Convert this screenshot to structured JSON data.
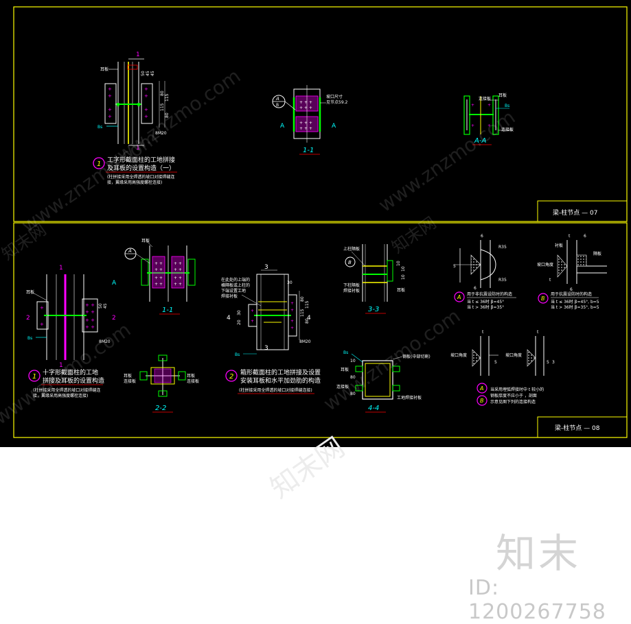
{
  "drawing": {
    "background": "#000000",
    "frame_color": "#ffff00",
    "sheet_top": {
      "title_block": "梁-柱节点 — 07",
      "detail_1": {
        "marker": "1",
        "title_line1": "工字形截面柱的工地拼接",
        "title_line2": "及耳板的设置构造（一）",
        "note_line1": "(柱拼接采用全焊透的坡口对接焊缝连",
        "note_line2": "接，翼缘采用高强度螺栓连接)",
        "label_ear_plate": "耳板",
        "cut_label": "1",
        "dims": [
          "50",
          "45",
          "45",
          "80",
          "115",
          "115",
          "80",
          "8M20"
        ]
      },
      "section_1_1": {
        "title": "1-1",
        "cut_a": "A",
        "bubble": "A",
        "bubble_sub": "B",
        "note_line1": "坡口尺寸",
        "note_line2": "见节点59.2"
      },
      "section_a_a": {
        "title": "A-A",
        "label_plate_top": "连接板",
        "label_ear": "耳板",
        "label_plate_bottom": "连接板"
      }
    },
    "sheet_bottom": {
      "title_block": "梁-柱节点 — 08",
      "detail_1": {
        "marker": "1",
        "title_line1": "十字形截面柱的工地",
        "title_line2": "拼接及耳板的设置构造",
        "note_line1": "(柱拼接采用全焊透的坡口对接焊缝连",
        "note_line2": "接，翼缘采用高强度螺栓连接)",
        "label_ear_plate": "耳板",
        "cut_a": "A",
        "cut_1": "1",
        "cut_2": "2",
        "dims": [
          "50",
          "45",
          "8M20"
        ]
      },
      "section_1_1": {
        "title": "1-1",
        "label_ear": "耳板",
        "bubble": "A"
      },
      "section_2_2": {
        "title": "2-2",
        "label_left": "耳板",
        "label_left2": "连接板",
        "label_right": "耳板",
        "label_right2": "连接板"
      },
      "detail_2": {
        "marker": "2",
        "title_line1": "箱形截面柱的工地拼接及设置",
        "title_line2": "安装耳板和水平加劲肋的构造",
        "note": "(柱拼接采用全焊透的坡口对接焊缝连接)",
        "label_top_note1": "在此处的上端的",
        "label_top_note2": "横隔板或上柱的",
        "label_top_note3": "下端设置工地",
        "label_top_note4": "焊接衬板",
        "cut_3": "3",
        "cut_4": "4",
        "dims": [
          "80",
          "115",
          "115",
          "80",
          "8M20",
          "30",
          "20",
          "30"
        ]
      },
      "section_3_3": {
        "title": "3-3",
        "label_top": "上柱隔板",
        "label_bottom1": "下柱隔板",
        "label_bottom2": "焊接衬板",
        "label_right": "耳板",
        "bubble": "B",
        "dims": [
          "10",
          "10",
          "10"
        ]
      },
      "section_4_4": {
        "title": "4-4",
        "label_ear": "耳板",
        "label_plate": "连接板",
        "label_right_top": "钢板(中部切割)",
        "label_right_bottom": "工地焊接衬板",
        "dims": [
          "10",
          "80",
          "80"
        ]
      },
      "detail_a": {
        "bubble": "A",
        "line1": "用于非抗震设防时的构造",
        "line2": "当 t ≤ 36时  β=45°",
        "line3": "当 t > 36时  β=35°",
        "dims": [
          "6",
          "5",
          "R35",
          "R35",
          "6"
        ]
      },
      "detail_b": {
        "bubble": "B",
        "line1": "用于抗震设防时的构造",
        "line2": "当 t ≤ 36时  β=45°, b=5",
        "line3": "当 t > 36时  β=35°, b=5",
        "label_top": "衬板",
        "label_left": "坡口角度",
        "label_right": "隔板",
        "dims": [
          "t",
          "6",
          "t",
          "6"
        ]
      },
      "detail_c": {
        "label_left1": "坡口角度",
        "label_left2": "坡口角度",
        "dims": [
          "t",
          "5",
          "t",
          "5",
          "3"
        ]
      },
      "note_ab": {
        "bubble_a": "A",
        "bubble_b": "B",
        "line1": "当采用埋弧焊接时中 t 较小的",
        "line2": "钢板厚度不应小于 ，剖面",
        "line3": "示意见图下列的连接构造"
      }
    }
  },
  "watermark": {
    "diagonal": "www.znzmo.com",
    "diagonal_cn": "知末网",
    "logo": "知末",
    "id": "ID: 1200267758"
  }
}
